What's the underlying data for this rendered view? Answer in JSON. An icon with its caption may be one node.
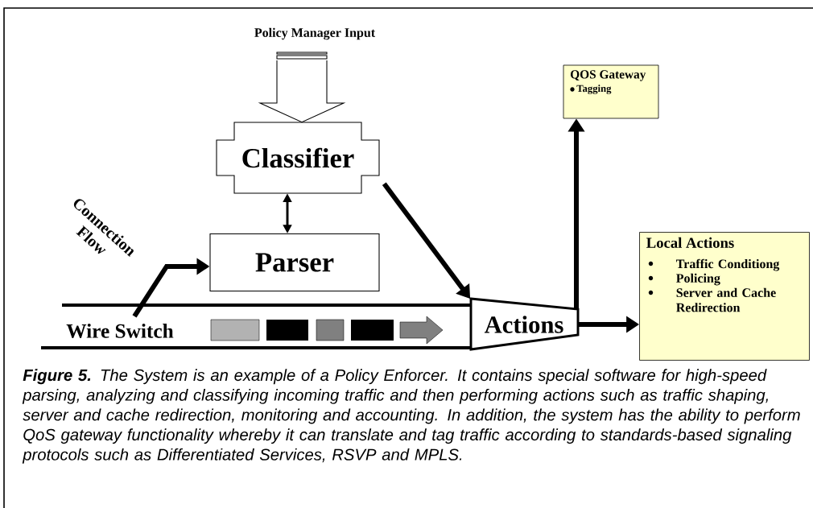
{
  "diagram": {
    "caption": "**Figure 5.** The System is an example of a Policy Enforcer. It contains special software for high-speed parsing, analyzing and classifying incoming traffic and then performing actions such as traffic shaping, server and cache redirection, monitoring and accounting. In addition, the system has the ability to perform QoS gateway functionality whereby it can translate and tag traffic according to standards-based signaling protocols such as Differentiated Services, RSVP and MPLS.",
    "nodes": [
      {
        "text": [
          "Policy Manager Input"
        ]
      },
      {
        "text": [
          "Classifier"
        ]
      },
      {
        "text": [
          "Parser"
        ]
      },
      {
        "text": [
          "Actions"
        ]
      },
      {
        "text": [
          "QOS Gateway",
          "Tagging"
        ]
      },
      {
        "text": [
          "Local Actions",
          "Traffic Conditiong",
          "Policing",
          "Server and Cache Redirection"
        ]
      }
    ],
    "edges": [
      {
        "from": 0,
        "to": 1,
        "arrow": "to"
      },
      {
        "from": 1,
        "to": 2,
        "arrow": "both"
      },
      {
        "from": 1,
        "to": 3,
        "arrow": "to"
      },
      {
        "from": 3,
        "to": 4,
        "arrow": "to"
      },
      {
        "from": 3,
        "to": 5,
        "arrow": "to"
      },
      {
        "from": null,
        "to": 2,
        "arrow": "to"
      }
    ],
    "labels": [
      "Connection Flow",
      "Wire Switch"
    ]
  }
}
